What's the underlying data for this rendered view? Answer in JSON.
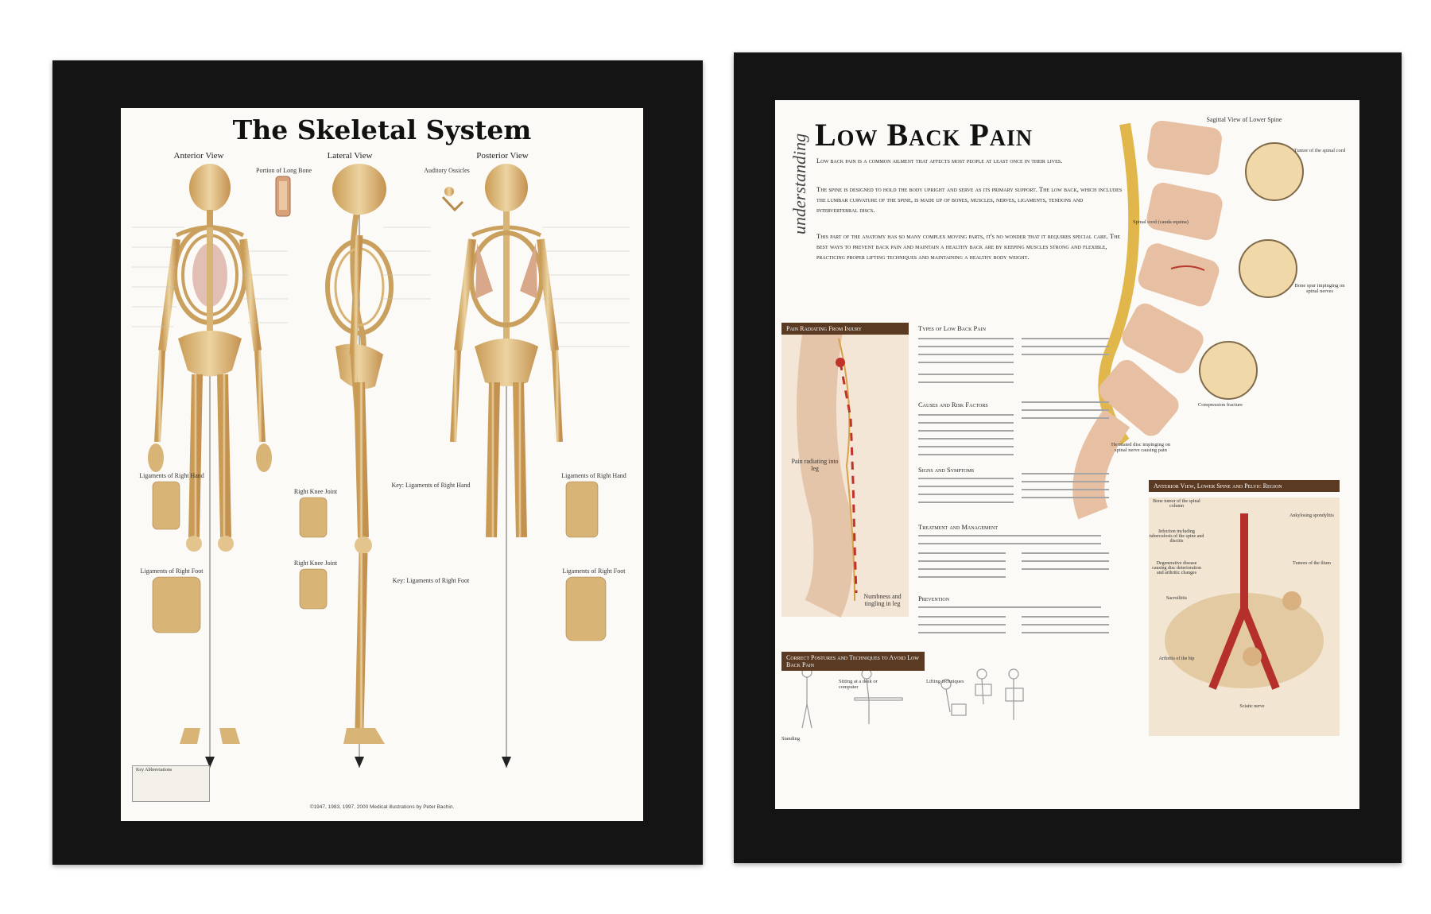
{
  "left_poster": {
    "title": "The Skeletal System",
    "views": {
      "anterior": "Anterior View",
      "lateral": "Lateral View",
      "posterior": "Posterior View"
    },
    "labels": {
      "long_bone": "Portion of Long Bone",
      "auditory_ossicles": "Auditory Ossicles",
      "lig_hand_dorsal": "Ligaments of Right Hand",
      "lig_hand_palmar": "Ligaments of Right Hand",
      "knee_anterior": "Right Knee Joint",
      "knee_posterior": "Right Knee Joint",
      "lig_foot_left": "Ligaments of Right Foot",
      "lig_foot_right": "Ligaments of Right Foot",
      "key_right_hand": "Key: Ligaments of Right Hand",
      "key_right_foot": "Key: Ligaments of Right Foot",
      "key_abbrev": "Key Abbreviations"
    },
    "credit": "©1947, 1983, 1997, 2000   Medical illustrations by Peter Bachin."
  },
  "right_poster": {
    "understanding": "understanding",
    "title": "Low Back Pain",
    "intro": [
      "Low back pain is a common ailment that affects most people at least once in their lives.",
      "The spine is designed to hold the body upright and serve as its primary support. The low back, which includes the lumbar curvature of the spine, is made up of bones, muscles, nerves, ligaments, tendons and intervertebral discs.",
      "This part of the anatomy has so many complex moving parts, it's no wonder that it requires special care. The best ways to prevent back pain and maintain a healthy back are by keeping muscles strong and flexible, practicing proper lifting techniques and maintaining a healthy body weight."
    ],
    "sagittal_title": "Sagittal View of Lower Spine",
    "pain_radiating": "Pain Radiating From Injury",
    "pain_caption_1": "Pain radiating into leg",
    "pain_caption_2": "Numbness and tingling in leg",
    "sections": {
      "types": "Types of Low Back Pain",
      "causes": "Causes and Risk Factors",
      "signs": "Signs and Symptoms",
      "treatment": "Treatment and Management",
      "prevention": "Prevention"
    },
    "anterior_view_title": "Anterior View, Lower Spine and Pelvic Region",
    "postures_bar": "Correct Postures and Techniques to Avoid Low Back Pain",
    "postures": {
      "standing": "Standing",
      "sitting": "Sitting at a desk or computer",
      "lifting": "Lifting techniques"
    },
    "spine_callouts": {
      "spinal_cord": "Spinal cord (cauda equina)",
      "tumor": "Tumor of the spinal cord",
      "bone_spur": "Bone spur impinging on spinal nerves",
      "compression": "Compression fracture",
      "herniated": "Herniated disc impinging on spinal nerve causing pain"
    },
    "anterior_callouts": {
      "bone_tumor": "Bone tumor of the spinal column",
      "infection": "Infection including tuberculosis of the spine and discitis",
      "degenerative": "Degenerative disease causing disc deterioration and arthritic changes",
      "sacroiliitis": "Sacroiliitis",
      "arthritis_hip": "Arthritis of the hip",
      "ankylosing": "Ankylosing spondylitis",
      "tumors_ilium": "Tumors of the ilium",
      "sciatic": "Sciatic nerve"
    }
  },
  "colors": {
    "frame": "#141414",
    "paper": "#fbfaf6",
    "bone": "#d9b77a",
    "bar_brown": "#5a3a22",
    "nerve_red": "#c0312a"
  }
}
